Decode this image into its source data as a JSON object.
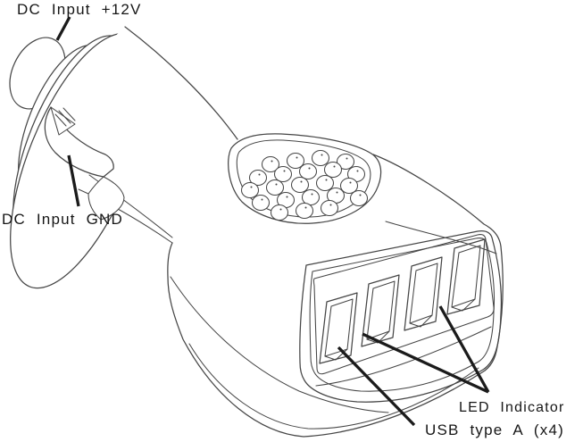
{
  "figure": {
    "kind": "technical line drawing",
    "subject": "car cigarette-lighter USB charger, isometric view",
    "background_color": "#ffffff",
    "line_color": "#464646",
    "annotation_color": "#161616"
  },
  "labels": {
    "dc_input_12v": "DC Input +12V",
    "dc_input_gnd": "DC Input GND",
    "led_indicator": "LED Indicator",
    "usb_type_a": "USB type A (x4)"
  },
  "counts": {
    "usb_ports": 4,
    "vent_holes": 22
  }
}
